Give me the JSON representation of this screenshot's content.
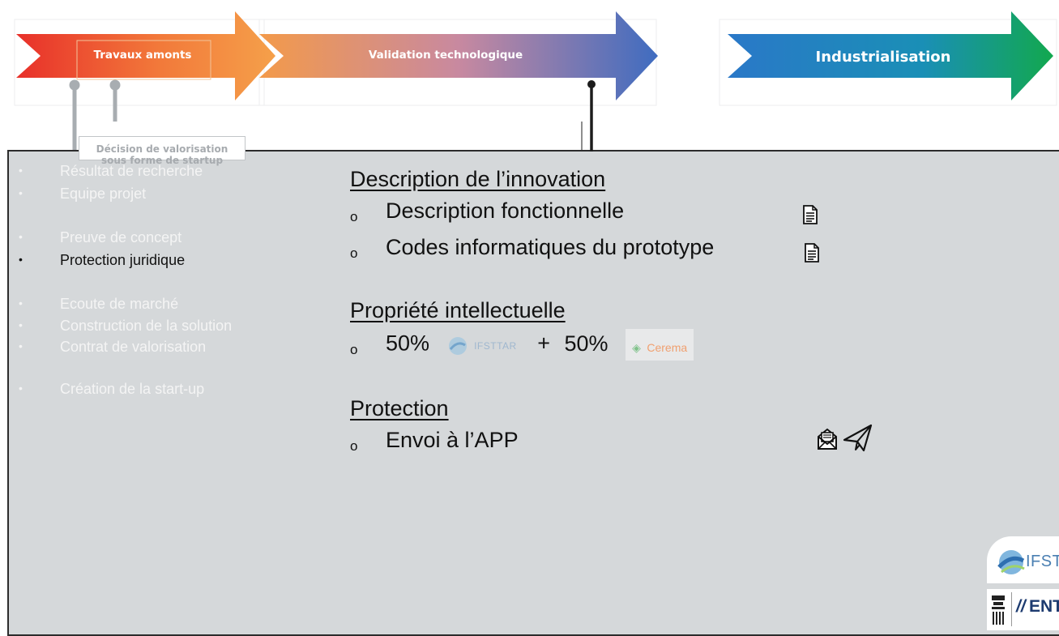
{
  "phases": {
    "amont": "Travaux amonts",
    "validation": "Validation technologique",
    "industrialisation": "Industrialisation"
  },
  "decision": {
    "line1": "Décision de valorisation",
    "line2": "sous forme de startup"
  },
  "steps": [
    {
      "label": "Résultat de recherche",
      "active": false
    },
    {
      "label": "Equipe projet",
      "active": false
    },
    {
      "label": "Preuve de concept",
      "active": false
    },
    {
      "label": "Protection juridique",
      "active": true
    },
    {
      "label": "Ecoute de marché",
      "active": false
    },
    {
      "label": "Construction de la solution",
      "active": false
    },
    {
      "label": "Contrat de valorisation",
      "active": false
    },
    {
      "label": "Création de la start-up",
      "active": false
    }
  ],
  "bullets": {
    "step": "•",
    "item": "o"
  },
  "description": {
    "heading": "Description de l’innovation",
    "items": [
      "Description fonctionnelle",
      "Codes informatiques du prototype"
    ]
  },
  "propriete": {
    "heading": "Propriété intellectuelle",
    "share1": "50%",
    "logo1": "IFSTTAR",
    "plus": "+",
    "share2": "50%",
    "logo2": "Cerema"
  },
  "protection": {
    "heading": "Protection",
    "item": "Envoi à l’APP"
  },
  "corner_logos": {
    "ifsttar": "IFSTTA",
    "entpe": "ENTPI"
  },
  "icons": [
    "document-icon",
    "document-icon",
    "envelope-icon",
    "paper-plane-icon"
  ]
}
